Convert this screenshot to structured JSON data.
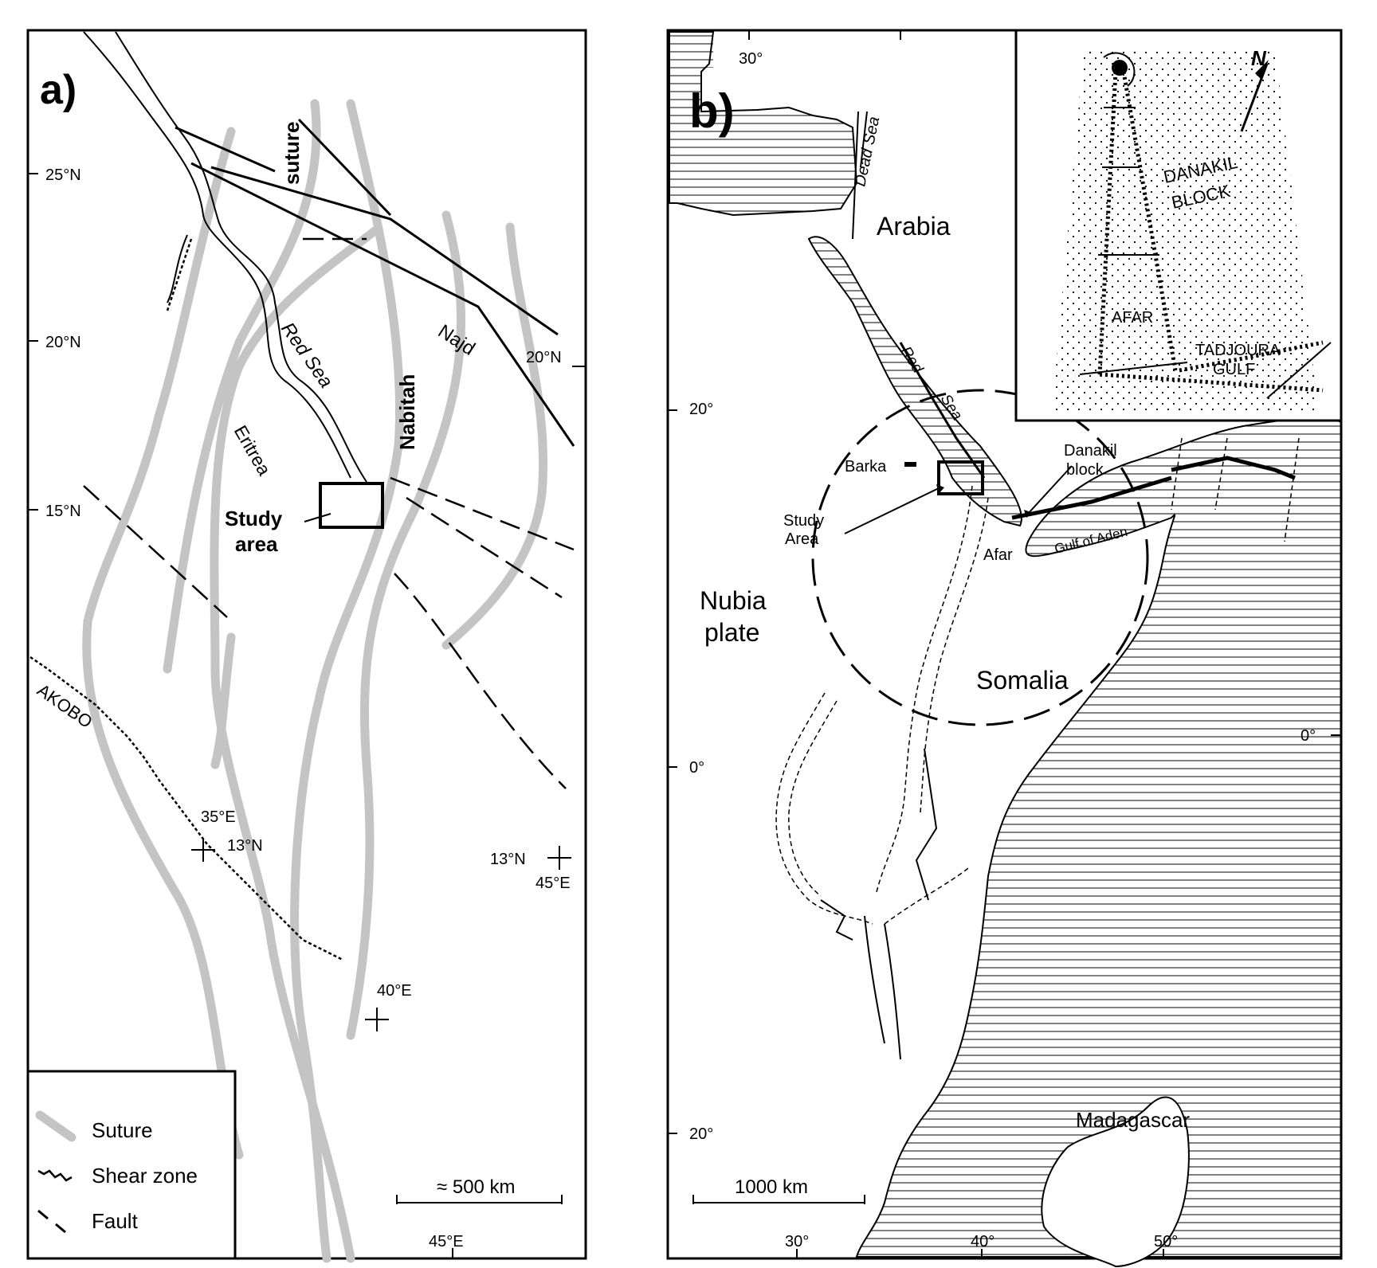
{
  "panel_a": {
    "label": "a)",
    "lat_labels": [
      "25°N",
      "20°N",
      "15°N",
      "20°N",
      "13°N",
      "13°N"
    ],
    "lon_labels": [
      "35°E",
      "45°E",
      "40°E",
      "45°E"
    ],
    "suture_label": "suture",
    "red_sea_label": "Red Sea",
    "nabitah_label": "Nabitah",
    "najd_label": "Najd",
    "eritrea_label": "Eritrea",
    "study_area_line1": "Study",
    "study_area_line2": "area",
    "akobo_label": "AKOBO",
    "legend": {
      "suture": "Suture",
      "shear_zone": "Shear zone",
      "fault": "Fault"
    },
    "scale_label": "≈ 500 km"
  },
  "panel_b": {
    "label": "b)",
    "lat_labels": [
      "20°",
      "0°",
      "20°",
      "0°"
    ],
    "lon_labels": [
      "30°",
      "30°",
      "40°",
      "50°"
    ],
    "dead_sea": "Dead Sea",
    "arabia": "Arabia",
    "red_sea_1": "Red",
    "red_sea_2": "Sea",
    "barka": "Barka",
    "danakil_1": "Danakil",
    "danakil_2": "block",
    "study_1": "Study",
    "study_2": "Area",
    "gulf_of_aden": "Gulf of Aden",
    "afar": "Afar",
    "nubia_1": "Nubia",
    "nubia_2": "plate",
    "somalia": "Somalia",
    "madagascar": "Madagascar",
    "scale_label": "1000 km",
    "inset": {
      "north": "N",
      "danakil_1": "DANAKIL",
      "danakil_2": "BLOCK",
      "afar": "AFAR",
      "tadjoura_1": "TADJOURA",
      "tadjoura_2": "GULF"
    }
  }
}
